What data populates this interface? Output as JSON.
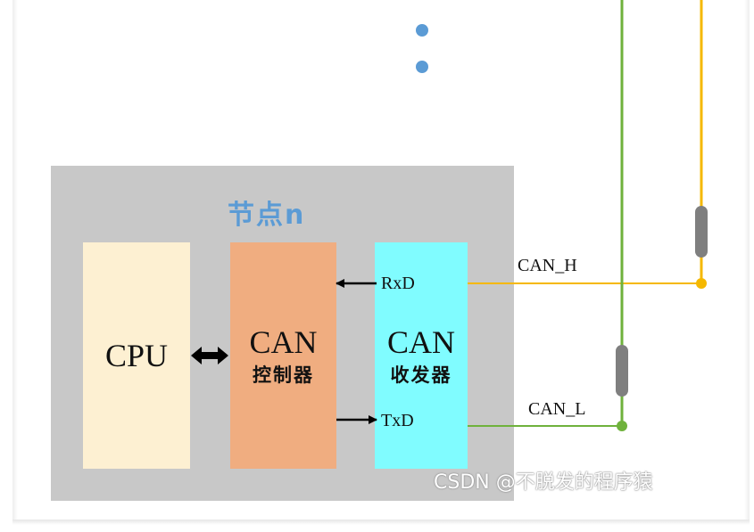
{
  "node": {
    "title": "节点n",
    "cpu_label": "CPU",
    "controller": {
      "name": "CAN",
      "subtitle": "控制器"
    },
    "transceiver": {
      "name": "CAN",
      "subtitle": "收发器"
    },
    "pins": {
      "rx": "RxD",
      "tx": "TxD"
    }
  },
  "bus": {
    "high_label": "CAN_H",
    "low_label": "CAN_L",
    "high_color": "#f5b800",
    "low_color": "#6fb23c",
    "resistor_color": "#7f7f7f"
  },
  "ellipsis_color": "#5b9bd5",
  "node_fill": "#c8c8c8",
  "cpu_fill": "#fdf0d2",
  "controller_fill": "#f0ad80",
  "transceiver_fill": "#80fcff",
  "watermark": "CSDN @不脱发的程序猿"
}
